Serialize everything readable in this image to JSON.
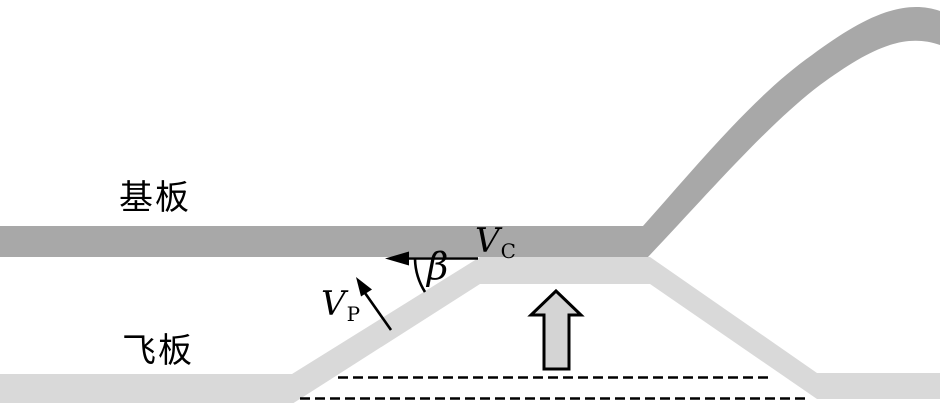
{
  "labels": {
    "base_plate": "基板",
    "flyer_plate": "飞板",
    "collision_velocity_main": "V",
    "collision_velocity_sub": "C",
    "plate_velocity_main": "V",
    "plate_velocity_sub": "P",
    "collision_angle": "β"
  },
  "colors": {
    "base_plate": "#a8a8a8",
    "flyer_plate": "#d9d9d9",
    "block_arrow_fill": "#d4d4d4",
    "line": "#000000"
  }
}
